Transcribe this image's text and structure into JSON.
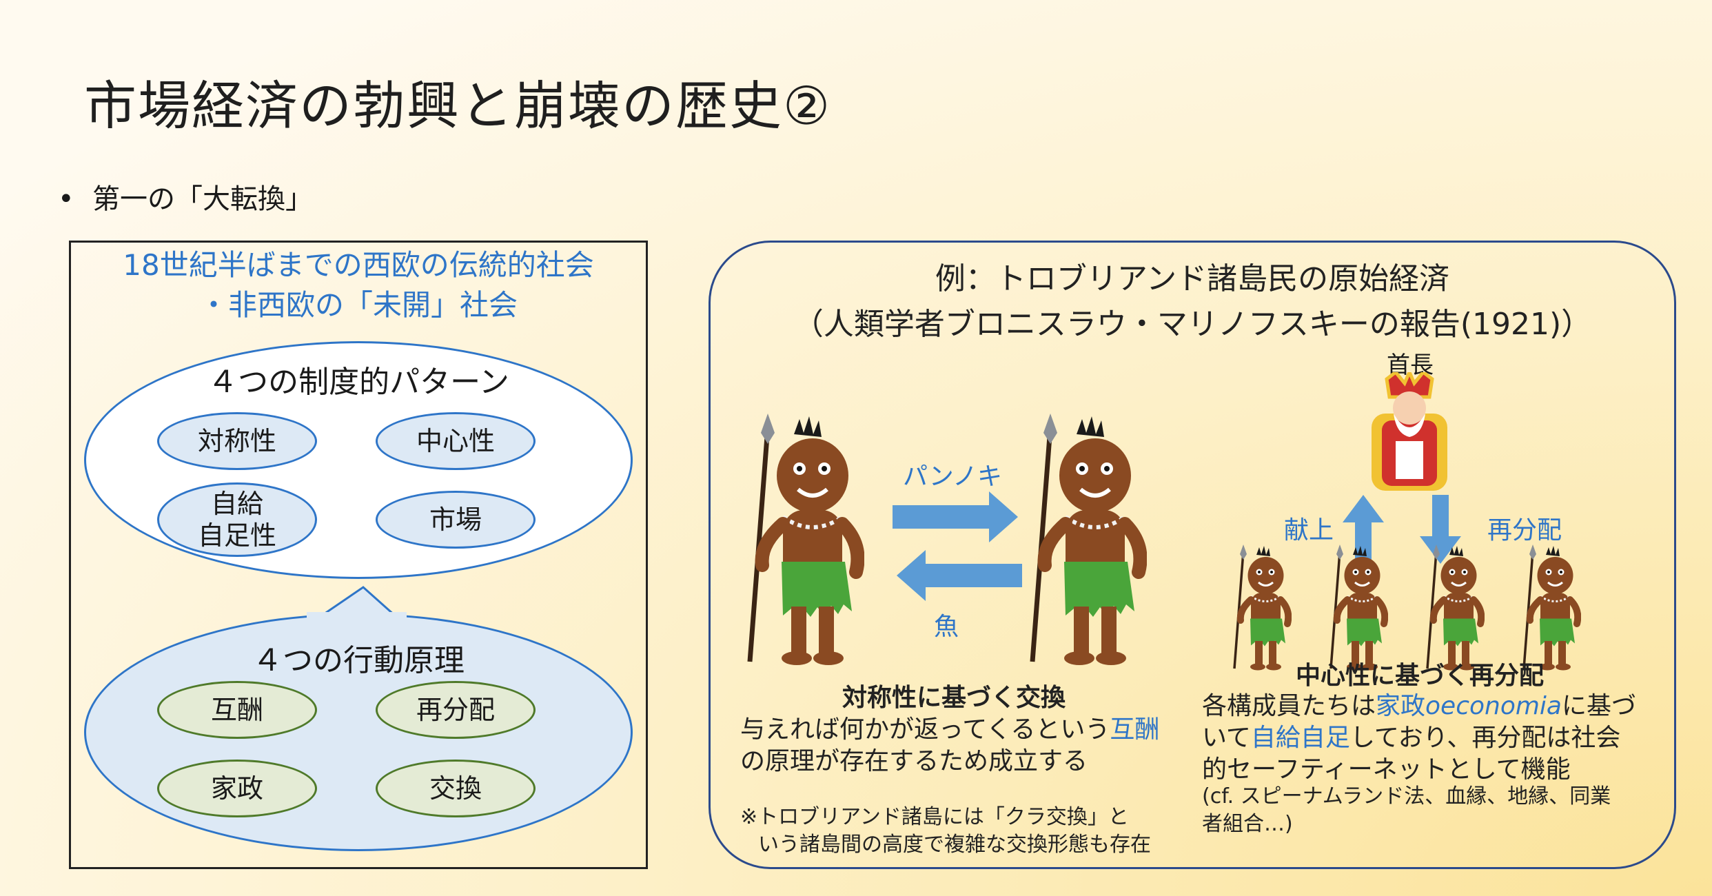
{
  "title": "市場経済の勃興と崩壊の歴史②",
  "bullet": "第一の「大転換」",
  "left": {
    "heading_line1": "18世紀半ばまでの西欧の伝統的社会",
    "heading_line2": "・非西欧の「未開」社会",
    "patterns_label": "４つの制度的パターン",
    "patterns": [
      "対称性",
      "中心性",
      "自給\n自足性",
      "市場"
    ],
    "principles_label": "４つの行動原理",
    "principles": [
      "互酬",
      "再分配",
      "家政",
      "交換"
    ]
  },
  "right": {
    "heading_line1": "例：トロブリアンド諸島民の原始経済",
    "heading_line2": "（人類学者ブロニスラウ・マリノフスキーの報告(1921)）",
    "arrow_top_label": "パンノキ",
    "arrow_bottom_label": "魚",
    "chief_label": "首長",
    "up_label": "献上",
    "down_label": "再分配",
    "exchange_title": "対称性に基づく交換",
    "exchange_body_a": "与えれば何かが返ってくるという",
    "exchange_body_hl": "互酬",
    "exchange_body_b": "の原理が存在するため成立する",
    "note_line1": "※トロブリアンド諸島には「クラ交換」と",
    "note_line2": "いう諸島間の高度で複雑な交換形態も存在",
    "redis_title": "中心性に基づく再分配",
    "redis_a": "各構成員たちは",
    "redis_hl1": "家政",
    "redis_hl1_it": "oeconomia",
    "redis_b": "に基づ",
    "redis_c": "いて",
    "redis_hl2": "自給自足",
    "redis_d": "しており、再分配は社会",
    "redis_e": "的セーフティーネットとして機能",
    "redis_cf1": "(cf. スピーナムランド法、血縁、地縁、同業",
    "redis_cf2": "者組合…)"
  },
  "colors": {
    "accent_blue": "#2e75c8",
    "arrow_blue": "#5b9bd5",
    "green_border": "#4f7a2a"
  }
}
